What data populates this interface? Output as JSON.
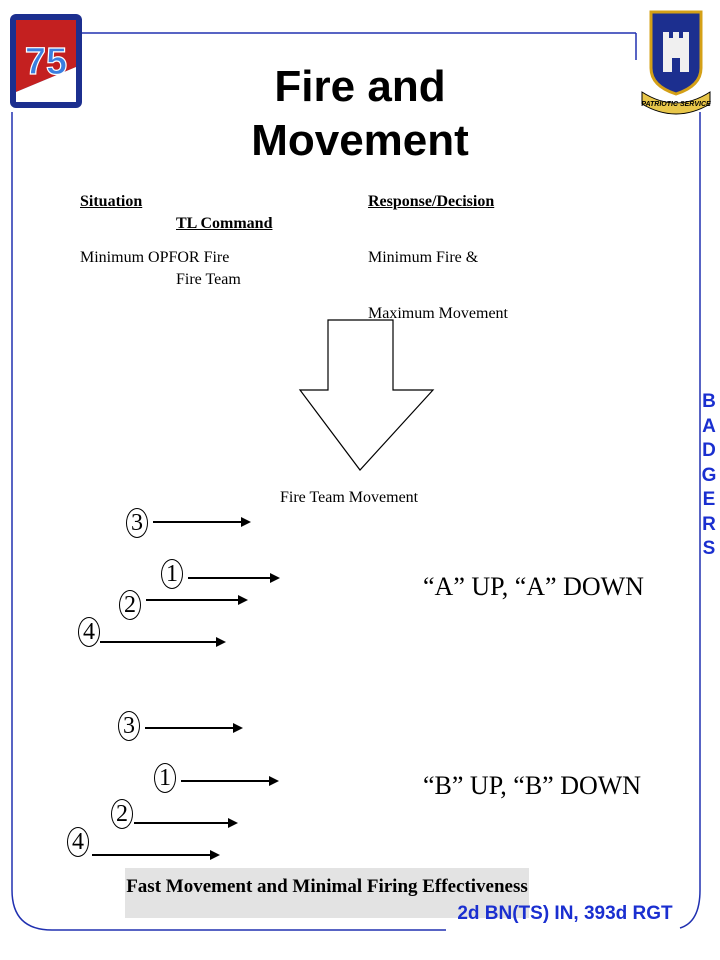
{
  "title": "Fire and Movement",
  "header": {
    "situation_label": "Situation",
    "tl_command_label": "TL Command",
    "response_label": "Response/Decision"
  },
  "situation_text": "Minimum OPFOR Fire",
  "tl_command_text": "Fire Team",
  "response_line1": "Minimum Fire &",
  "response_line2": "Maximum Movement",
  "arrow_caption": "Fire Team Movement",
  "group_a": {
    "numbers": [
      "3",
      "1",
      "2",
      "4"
    ],
    "label": "“A” UP, “A” DOWN"
  },
  "group_b": {
    "numbers": [
      "3",
      "1",
      "2",
      "4"
    ],
    "label": "“B” UP, “B” DOWN"
  },
  "side_text": [
    "B",
    "A",
    "D",
    "G",
    "E",
    "R",
    "S"
  ],
  "footer_text": "Fast Movement and Minimal Firing Effectiveness",
  "unit_text": "2d BN(TS) IN, 393d RGT",
  "colors": {
    "accent": "#1a2fd0",
    "frame_line": "#2030b0",
    "footer_bg": "#e3e3e3"
  },
  "logos": {
    "left_patch": {
      "icon": "unit-patch-icon",
      "text": "75",
      "colors": [
        "#c42020",
        "#1c2f8f",
        "#ffffff"
      ]
    },
    "right_crest": {
      "icon": "regimental-crest-icon",
      "motto": "PATRIOTIC SERVICE"
    }
  }
}
